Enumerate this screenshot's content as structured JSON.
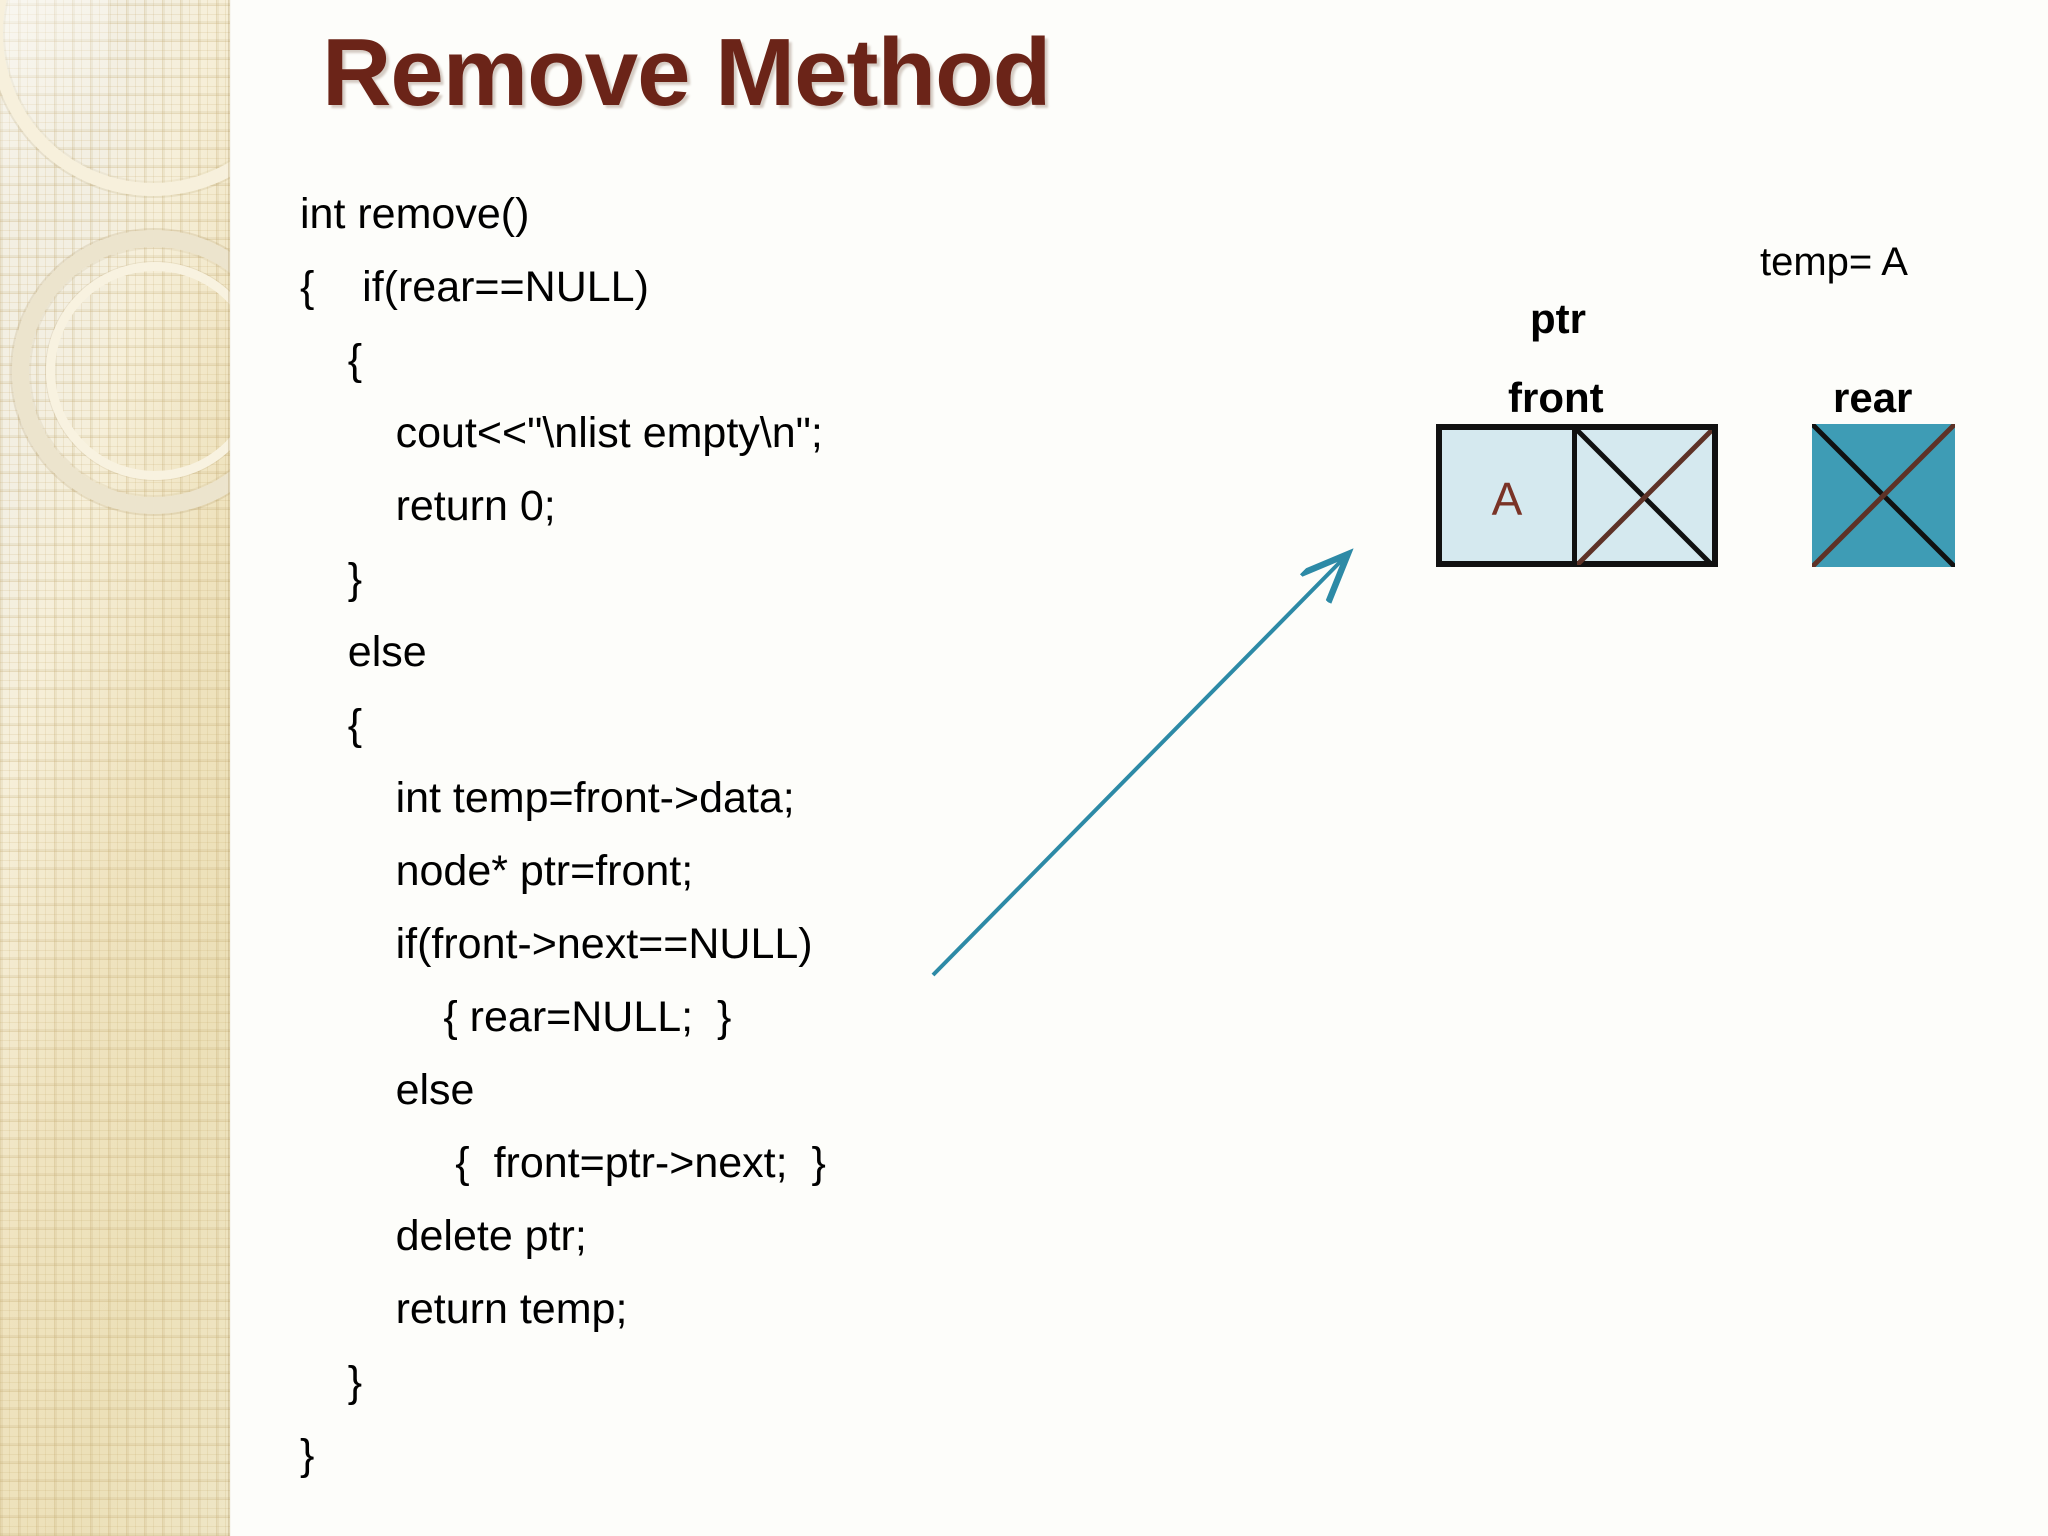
{
  "slide": {
    "title": "Remove Method",
    "title_color": "#6b2418",
    "background_color": "#fdfdfa"
  },
  "code": {
    "lines": [
      "int remove()",
      "{    if(rear==NULL)",
      "    {",
      "        cout<<\"\\nlist empty\\n\";",
      "        return 0;",
      "    }",
      "    else",
      "    {",
      "        int temp=front->data;",
      "        node* ptr=front;",
      "        if(front->next==NULL)",
      "            { rear=NULL;  }",
      "        else",
      "             {  front=ptr->next;  }",
      "        delete ptr;",
      "        return temp;",
      "    }",
      "}"
    ]
  },
  "diagram": {
    "labels": {
      "temp": "temp= A",
      "ptr": "ptr",
      "front": "front",
      "rear": "rear"
    },
    "front_node": {
      "data_value": "A",
      "data_value_color": "#7a3326",
      "fill_color": "#d5e9ef",
      "border_color": "#111111",
      "next_is_null": true
    },
    "rear_node": {
      "fill_color": "#3e9cb5",
      "border_color": "#111111",
      "is_null": true
    },
    "arrow": {
      "color": "#2d8aa6",
      "from": "if(front->next==NULL)",
      "to": "front node next cell"
    },
    "cross_colors": {
      "black_diagonal": "#111111",
      "brown_diagonal": "#5e3227"
    }
  }
}
